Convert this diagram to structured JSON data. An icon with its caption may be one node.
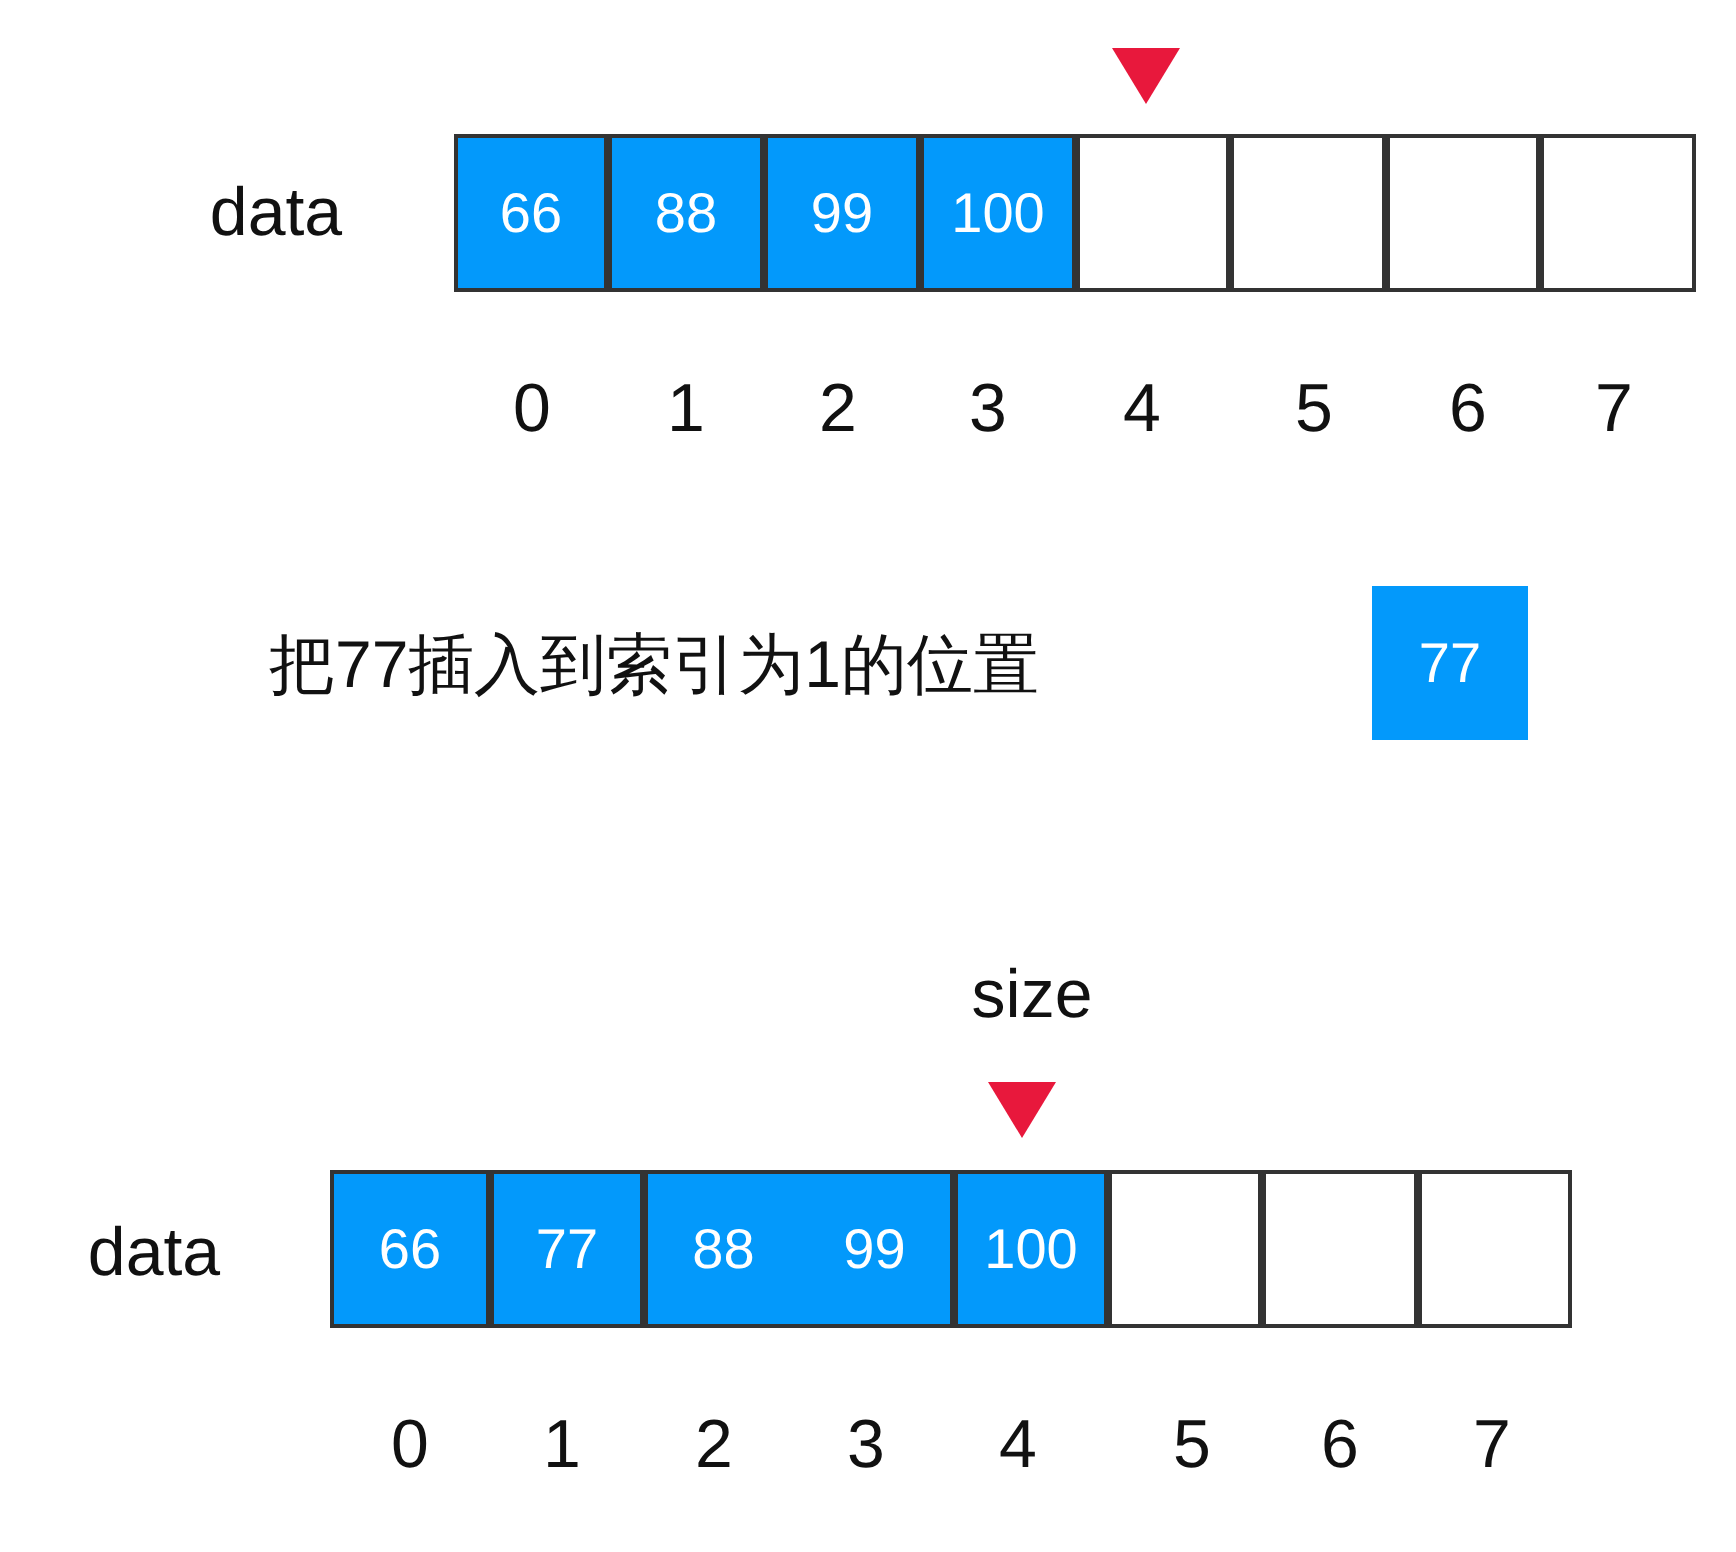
{
  "diagram": {
    "nodes": [
      {
        "text": [
          "66"
        ]
      },
      {
        "text": [
          "88"
        ]
      },
      {
        "text": [
          "99"
        ]
      },
      {
        "text": [
          "100"
        ]
      },
      {
        "text": [],
        "shape": "box"
      },
      {
        "text": [],
        "shape": "box"
      },
      {
        "text": [],
        "shape": "box"
      },
      {
        "text": [],
        "shape": "box"
      },
      {
        "text": [
          "77"
        ]
      },
      {
        "text": [
          "66"
        ]
      },
      {
        "text": [
          "77"
        ]
      },
      {
        "text": [
          "88",
          "99"
        ]
      },
      {
        "text": [
          "100"
        ]
      },
      {
        "text": [],
        "shape": "box"
      },
      {
        "text": [],
        "shape": "box"
      },
      {
        "text": [],
        "shape": "box"
      }
    ],
    "labels": [
      "data",
      "0",
      "1",
      "2",
      "3",
      "4",
      "5",
      "6",
      "7",
      "把77插入到索引为1的位置",
      "size",
      "data",
      "0",
      "1",
      "2",
      "3",
      "4",
      "5",
      "6",
      "7"
    ]
  }
}
